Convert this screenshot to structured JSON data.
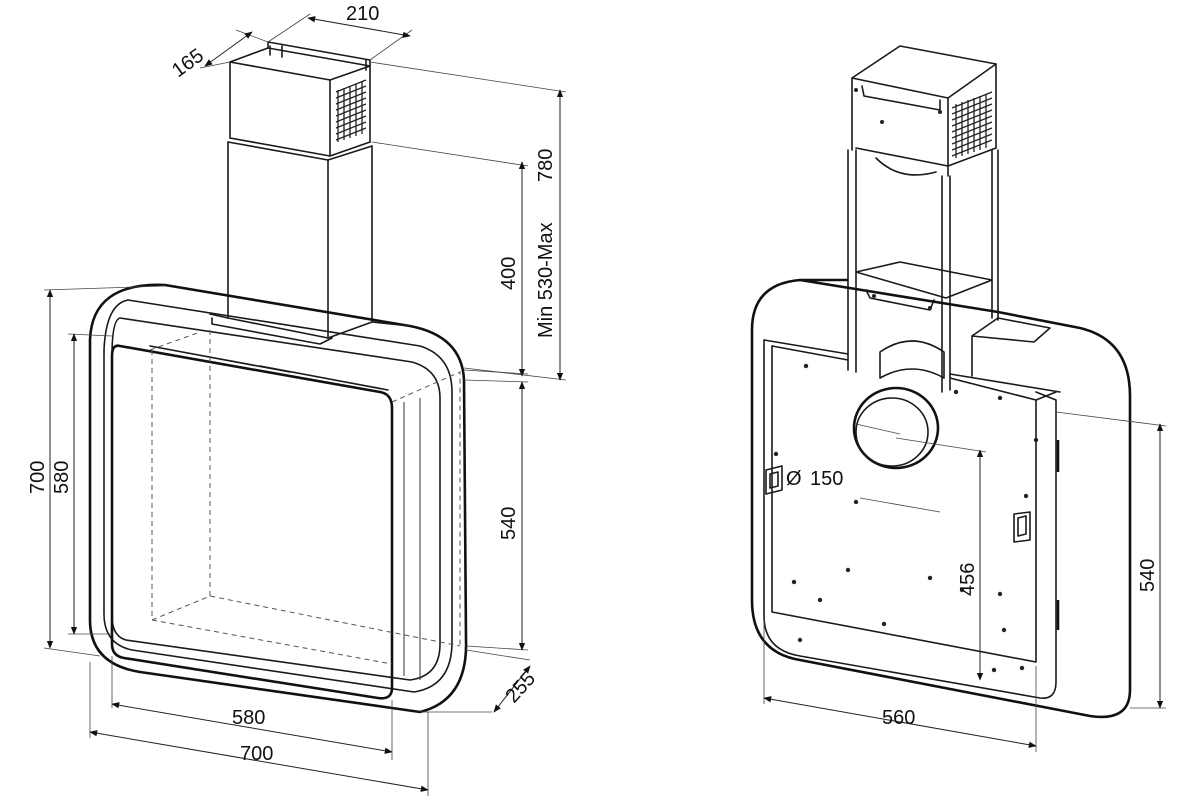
{
  "left_view": {
    "chimney_depth": "165",
    "chimney_width": "210",
    "total_height": "780",
    "chimney_range": "Min 530-Max",
    "chimney_height": "400",
    "body_height": "540",
    "outer_height": "700",
    "inner_height": "580",
    "depth": "255",
    "inner_width": "580",
    "outer_width": "700"
  },
  "right_view": {
    "outlet_diameter": "150",
    "outlet_height": "456",
    "body_height": "540",
    "width": "560"
  }
}
